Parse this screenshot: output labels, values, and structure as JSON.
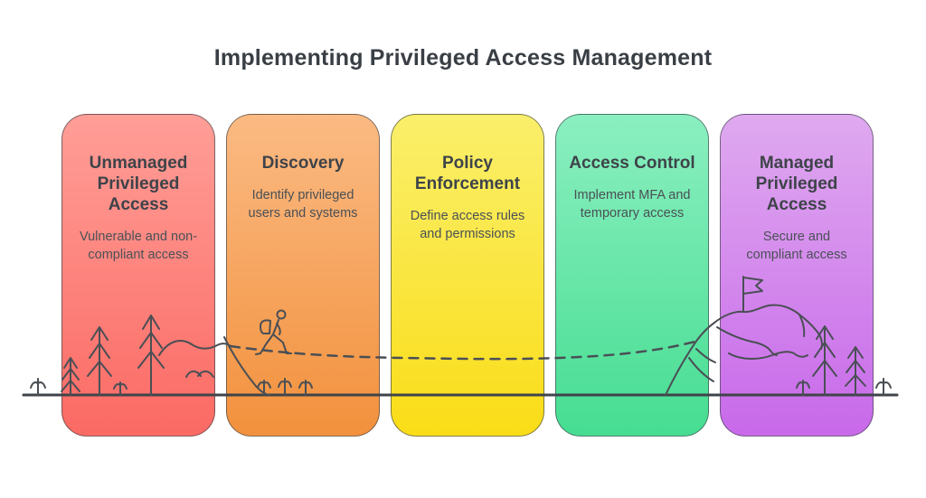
{
  "title": "Implementing Privileged Access Management",
  "text_color": "#3A3F45",
  "illustration_stroke_color": "#4A4F55",
  "cards": [
    {
      "heading": "Unmanaged Privileged Access",
      "description": "Vulnerable and non-compliant access",
      "color_top": "#FF9E97",
      "color_bottom": "#FB6A64",
      "illustration": "pine-trees"
    },
    {
      "heading": "Discovery",
      "description": "Identify privileged users and systems",
      "color_top": "#FBBA83",
      "color_bottom": "#F2913D",
      "illustration": "hiker-on-trail"
    },
    {
      "heading": "Policy Enforcement",
      "description": "Define access rules and permissions",
      "color_top": "#FAEF6B",
      "color_bottom": "#FADD17",
      "illustration": "dashed-trail"
    },
    {
      "heading": "Access Control",
      "description": "Implement MFA and temporary access",
      "color_top": "#8BEFC0",
      "color_bottom": "#46DD92",
      "illustration": "mountain-slope"
    },
    {
      "heading": "Managed Privileged Access",
      "description": "Secure and compliant access",
      "color_top": "#DFA9EF",
      "color_bottom": "#C869EA",
      "illustration": "summit-flag"
    }
  ]
}
